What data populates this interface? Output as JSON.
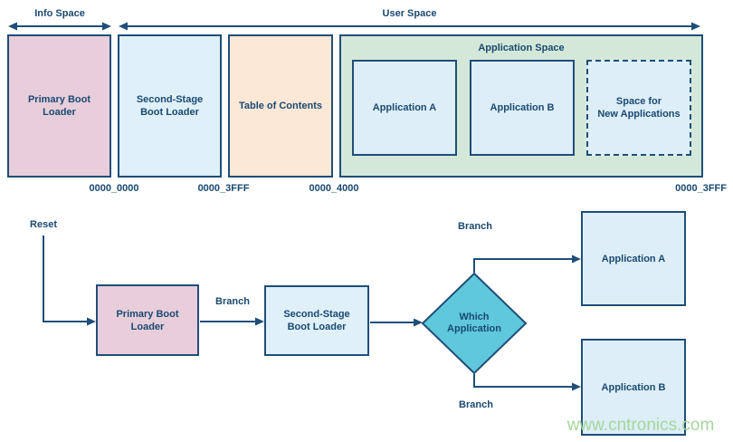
{
  "colors": {
    "border": "#1f4e79",
    "text": "#1a4971",
    "pink": "#e8cdda",
    "lightBlue": "#dff0f9",
    "peach": "#fce8d6",
    "green": "#d4e8d9",
    "innerBlue": "#ddeef8",
    "teal": "#5fc8da",
    "watermark": "#a3d79b"
  },
  "memory_map": {
    "info_space_label": "Info Space",
    "user_space_label": "User Space",
    "application_space_label": "Application Space",
    "blocks": {
      "primary": "Primary Boot\nLoader",
      "second_stage": "Second-Stage\nBoot Loader",
      "toc": "Table of Contents",
      "app_a": "Application A",
      "app_b": "Application B",
      "new_apps": "Space for\nNew Applications"
    },
    "addresses": [
      "0000_0000",
      "0000_3FFF",
      "0000_4000",
      "0000_3FFF"
    ]
  },
  "flowchart": {
    "reset_label": "Reset",
    "primary": "Primary Boot\nLoader",
    "branch_after_primary": "Branch",
    "second_stage": "Second-Stage\nBoot Loader",
    "decision": "Which\nApplication",
    "branch_top": "Branch",
    "branch_bottom": "Branch",
    "app_a": "Application A",
    "app_b": "Application B"
  },
  "watermark": "www.cntronics.com"
}
